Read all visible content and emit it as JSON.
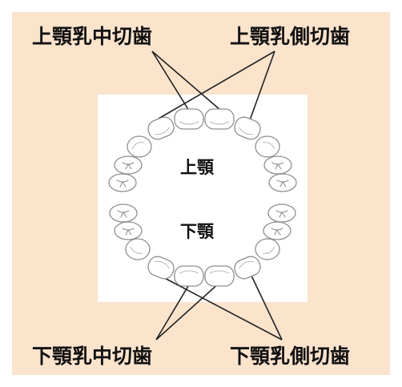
{
  "labels": {
    "upper_central": "上顎乳中切歯",
    "upper_lateral": "上顎乳側切歯",
    "lower_central": "下顎乳中切歯",
    "lower_lateral": "下顎乳側切歯",
    "upper_jaw": "上顎",
    "lower_jaw": "下顎"
  },
  "colors": {
    "background": "#fbe3cc",
    "inner_panel": "#ffffff",
    "tooth_outline": "#8f8f8f",
    "text": "#111111"
  }
}
